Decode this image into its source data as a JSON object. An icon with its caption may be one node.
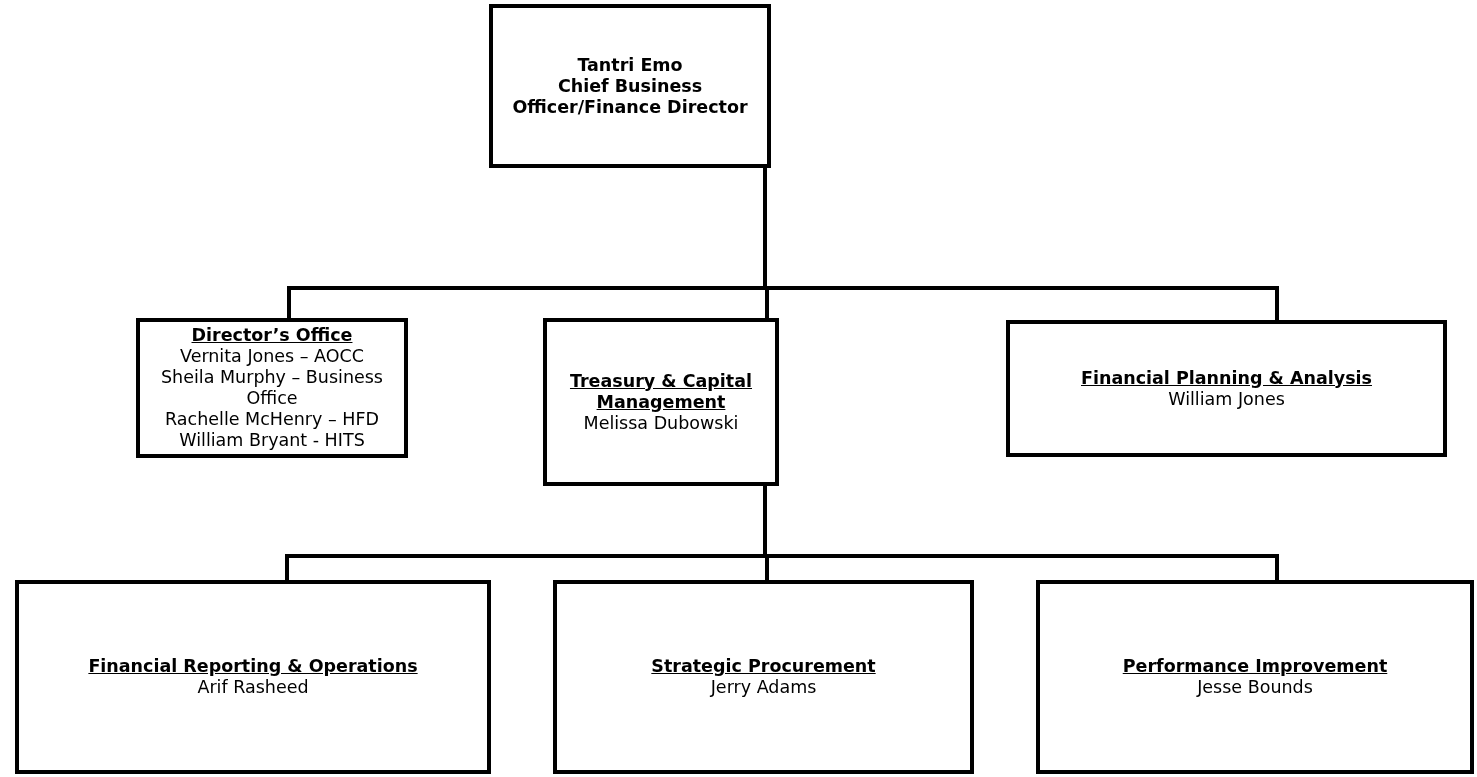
{
  "diagram": {
    "nodes": [
      {
        "text": [
          "Tantri Emo",
          "Chief Business Officer/Finance Director"
        ]
      },
      {
        "text": [
          "Director’s Office",
          "Vernita Jones – AOCC",
          "Sheila Murphy – Business Office",
          "Rachelle McHenry – HFD",
          "William Bryant - HITS"
        ]
      },
      {
        "text": [
          "Treasury & Capital Management",
          "Melissa Dubowski"
        ]
      },
      {
        "text": [
          "Financial Planning & Analysis",
          "William Jones"
        ]
      },
      {
        "text": [
          "Financial Reporting & Operations",
          "Arif Rasheed"
        ]
      },
      {
        "text": [
          "Strategic Procurement",
          "Jerry Adams"
        ]
      },
      {
        "text": [
          "Performance Improvement",
          "Jesse Bounds"
        ]
      }
    ],
    "edges": [
      {
        "from": 0,
        "to": 1,
        "arrow": "none"
      },
      {
        "from": 0,
        "to": 2,
        "arrow": "none"
      },
      {
        "from": 0,
        "to": 3,
        "arrow": "none"
      },
      {
        "from": 2,
        "to": 4,
        "arrow": "none"
      },
      {
        "from": 2,
        "to": 5,
        "arrow": "none"
      },
      {
        "from": 2,
        "to": 6,
        "arrow": "none"
      }
    ]
  }
}
